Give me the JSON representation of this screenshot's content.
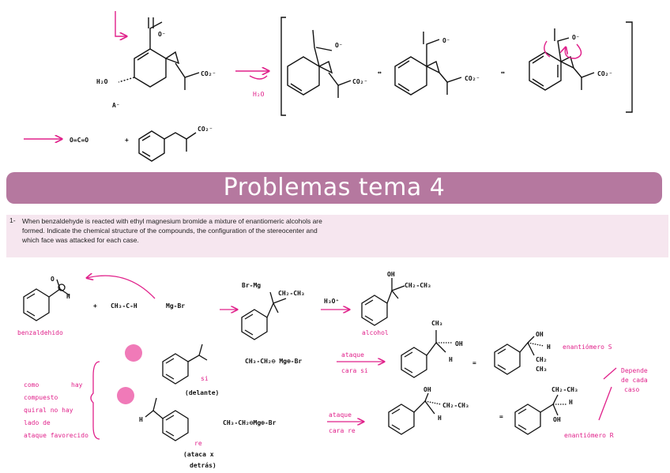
{
  "banner": {
    "title": "Problemas tema 4"
  },
  "problem": {
    "number": "1-",
    "text": "When benzaldehyde is reacted with ethyl magnesium bromide a mixture of enantiomeric alcohols are formed. Indicate the chemical structure of the compounds, the configuration of the stereocenter and which face was attacked for each case."
  },
  "top": {
    "carboxylate": "O⁻",
    "co2": "CO₂⁻",
    "h2o_label": "H₂O",
    "a_minus": "A⁻",
    "h2o_pink": "H₂O",
    "co2_product": "O=C=O",
    "plus": "+",
    "resonance": "↔"
  },
  "problem_work": {
    "benzaldehido": "benzaldehido",
    "ethyl": "CH₃-C-H",
    "mg_br": "Mg-Br",
    "brmg": "Br-Mg",
    "ch2ch3": "CH₂-CH₃",
    "h3o": "H₃O⁺",
    "alcohol": "alcohol",
    "oh": "OH",
    "h": "H",
    "ch3": "CH₃",
    "ch2": "CH₂",
    "reagent1": "CH₃-CH₂⊖ Mg⊕-Br",
    "reagent2": "CH₃-CH₂⊖Mg⊕-Br",
    "ataque_si_1": "ataque",
    "ataque_si_2": "cara si",
    "ataque_re_1": "ataque",
    "ataque_re_2": "cara re",
    "enantiomero_s": "enantiómero S",
    "enantiomero_r": "enantiómero R",
    "depende": [
      "Depende",
      "de cada",
      "caso"
    ],
    "como": [
      "como",
      "hay"
    ],
    "compuesto": "compuesto",
    "quiral": "quiral no hay",
    "lado": "lado de",
    "ataque_fav": "ataque favorecido",
    "si_label": "si",
    "delante": "(delante)",
    "re_label": "re",
    "ataca": "(ataca x",
    "detras": "detrás)",
    "equals": "="
  }
}
